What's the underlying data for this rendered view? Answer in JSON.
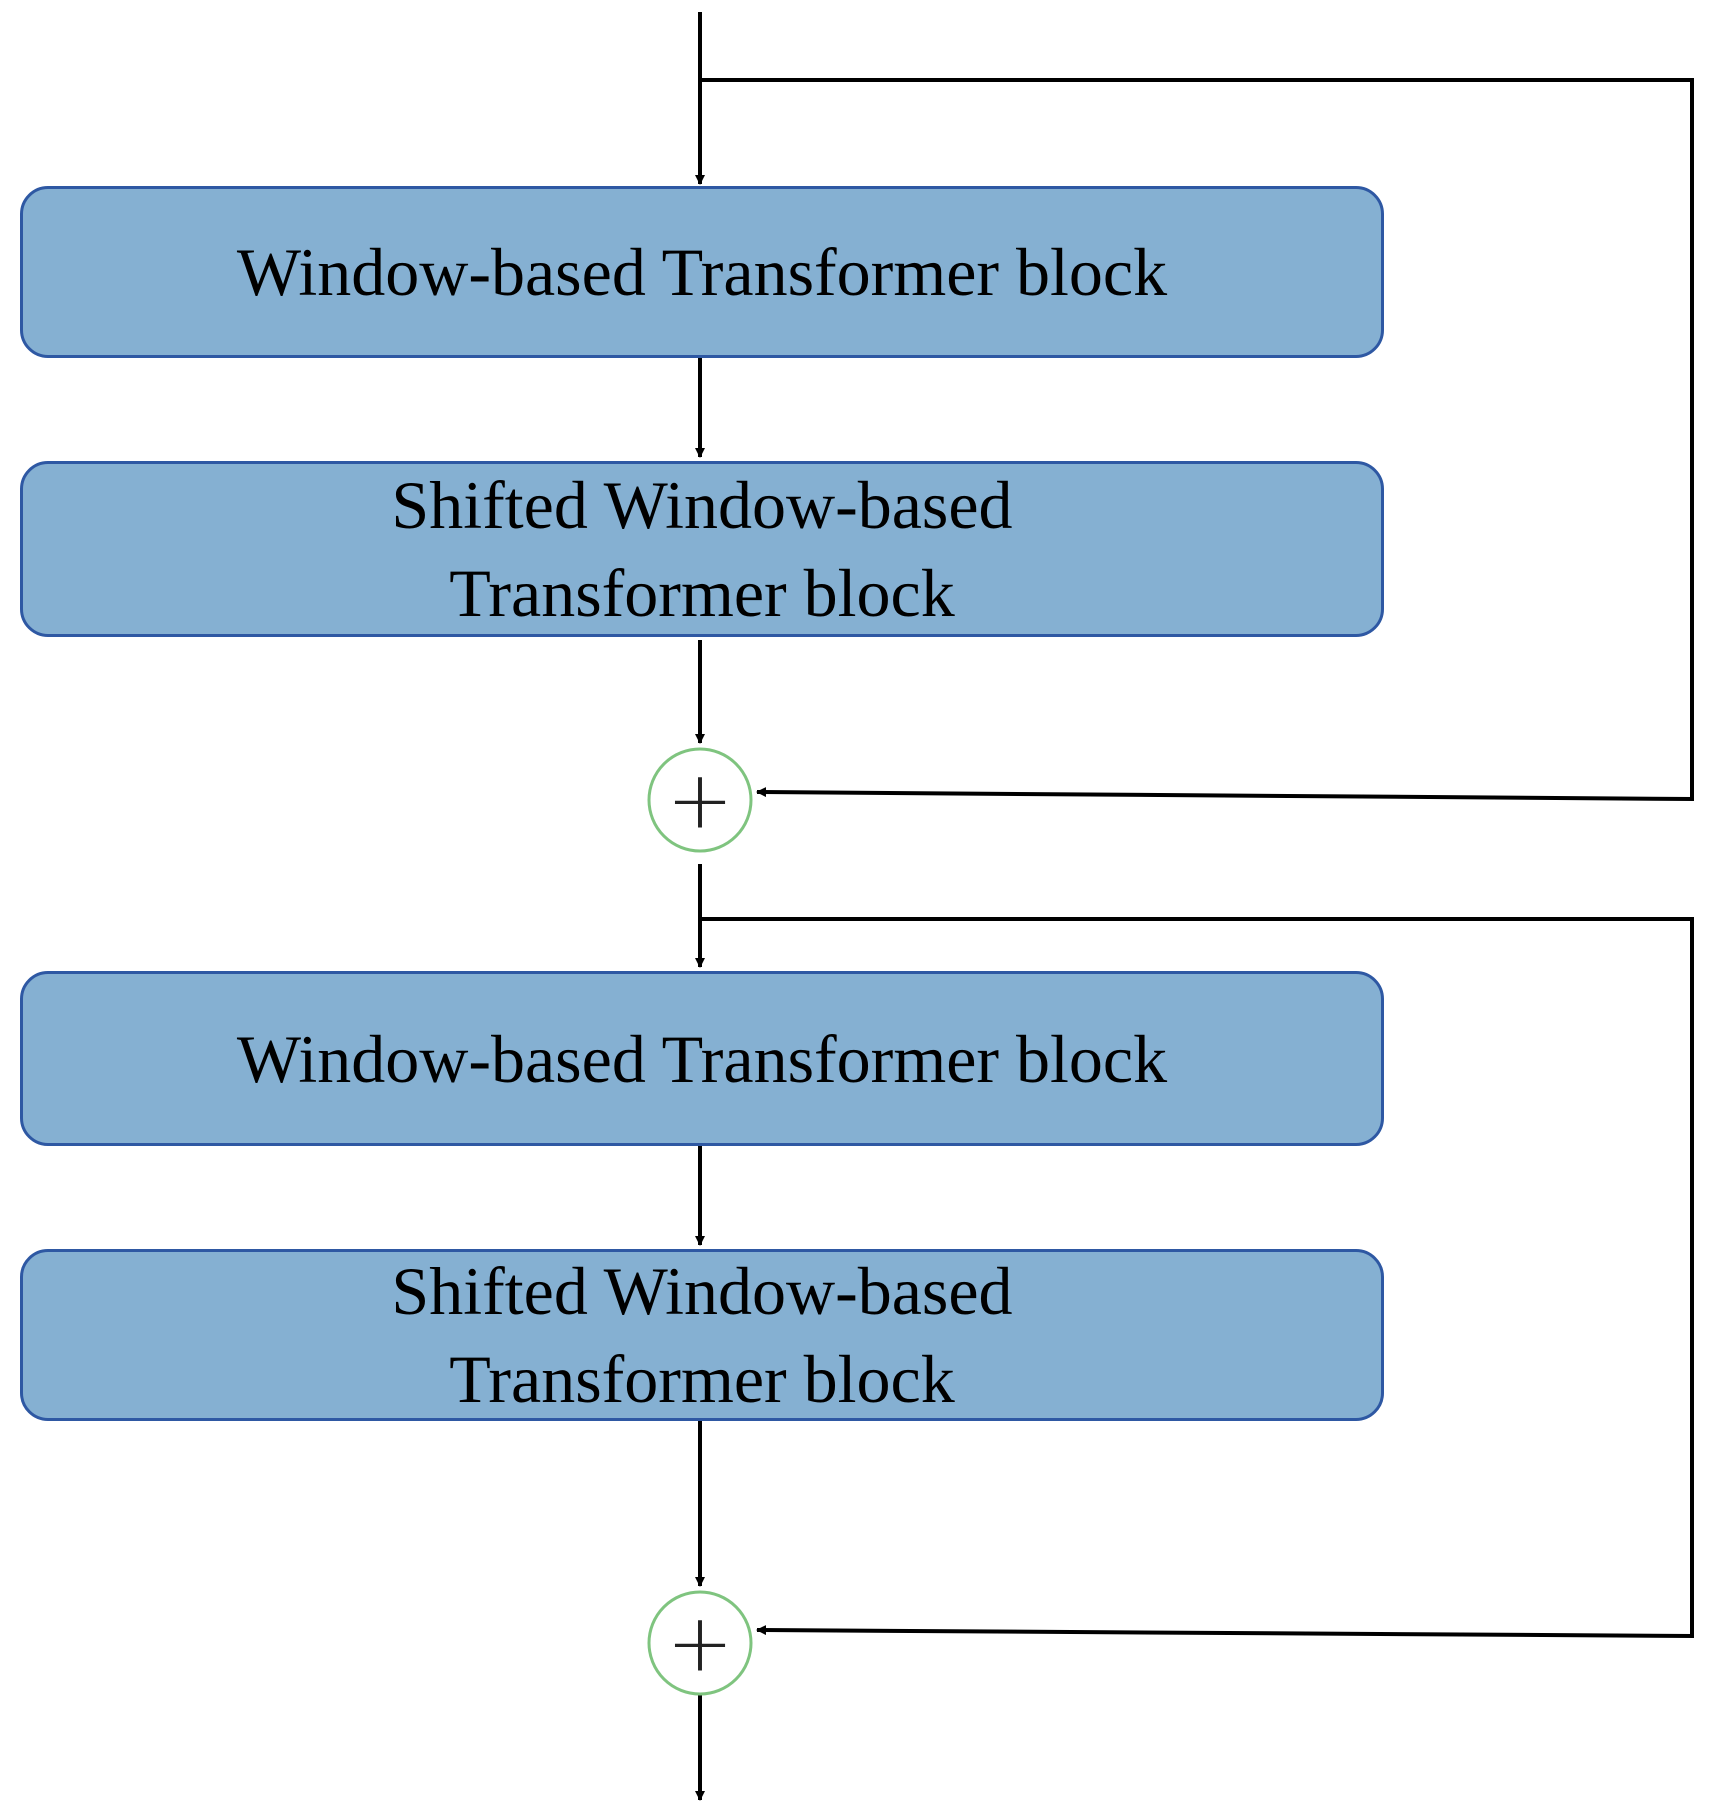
{
  "blocks": [
    {
      "id": "block-1",
      "line1": "Window-based Transformer block",
      "line2": ""
    },
    {
      "id": "block-2",
      "line1": "Shifted Window-based",
      "line2": "Transformer block"
    },
    {
      "id": "block-3",
      "line1": "Window-based Transformer block",
      "line2": ""
    },
    {
      "id": "block-4",
      "line1": "Shifted Window-based",
      "line2": "Transformer block"
    }
  ],
  "sum_nodes": [
    {
      "id": "sum-1",
      "symbol": "+"
    },
    {
      "id": "sum-2",
      "symbol": "+"
    }
  ],
  "colors": {
    "block_fill": "#85b0d2",
    "block_border": "#2e58a3",
    "sum_circle": "#7fc47f",
    "line": "#000000",
    "text": "#000000"
  }
}
